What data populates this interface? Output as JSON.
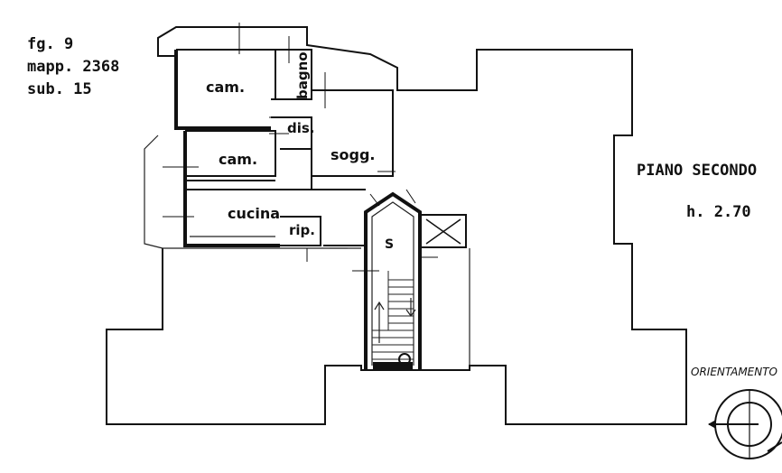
{
  "cadastral": {
    "foglio": "fg. 9",
    "mappale": "mapp. 2368",
    "subalterno": "sub. 15"
  },
  "floor": {
    "name": "PIANO SECONDO",
    "height": "h. 2.70"
  },
  "rooms": {
    "cam1": "cam.",
    "cam2": "cam.",
    "bagno": "bagno",
    "dis": "dis.",
    "sogg": "sogg.",
    "cucina": "cucina",
    "rip": "rip.",
    "stair_s": "S"
  },
  "orientation": {
    "label": "ORIENTAMENTO"
  },
  "colors": {
    "ink": "#111111",
    "paper": "#ffffff"
  }
}
